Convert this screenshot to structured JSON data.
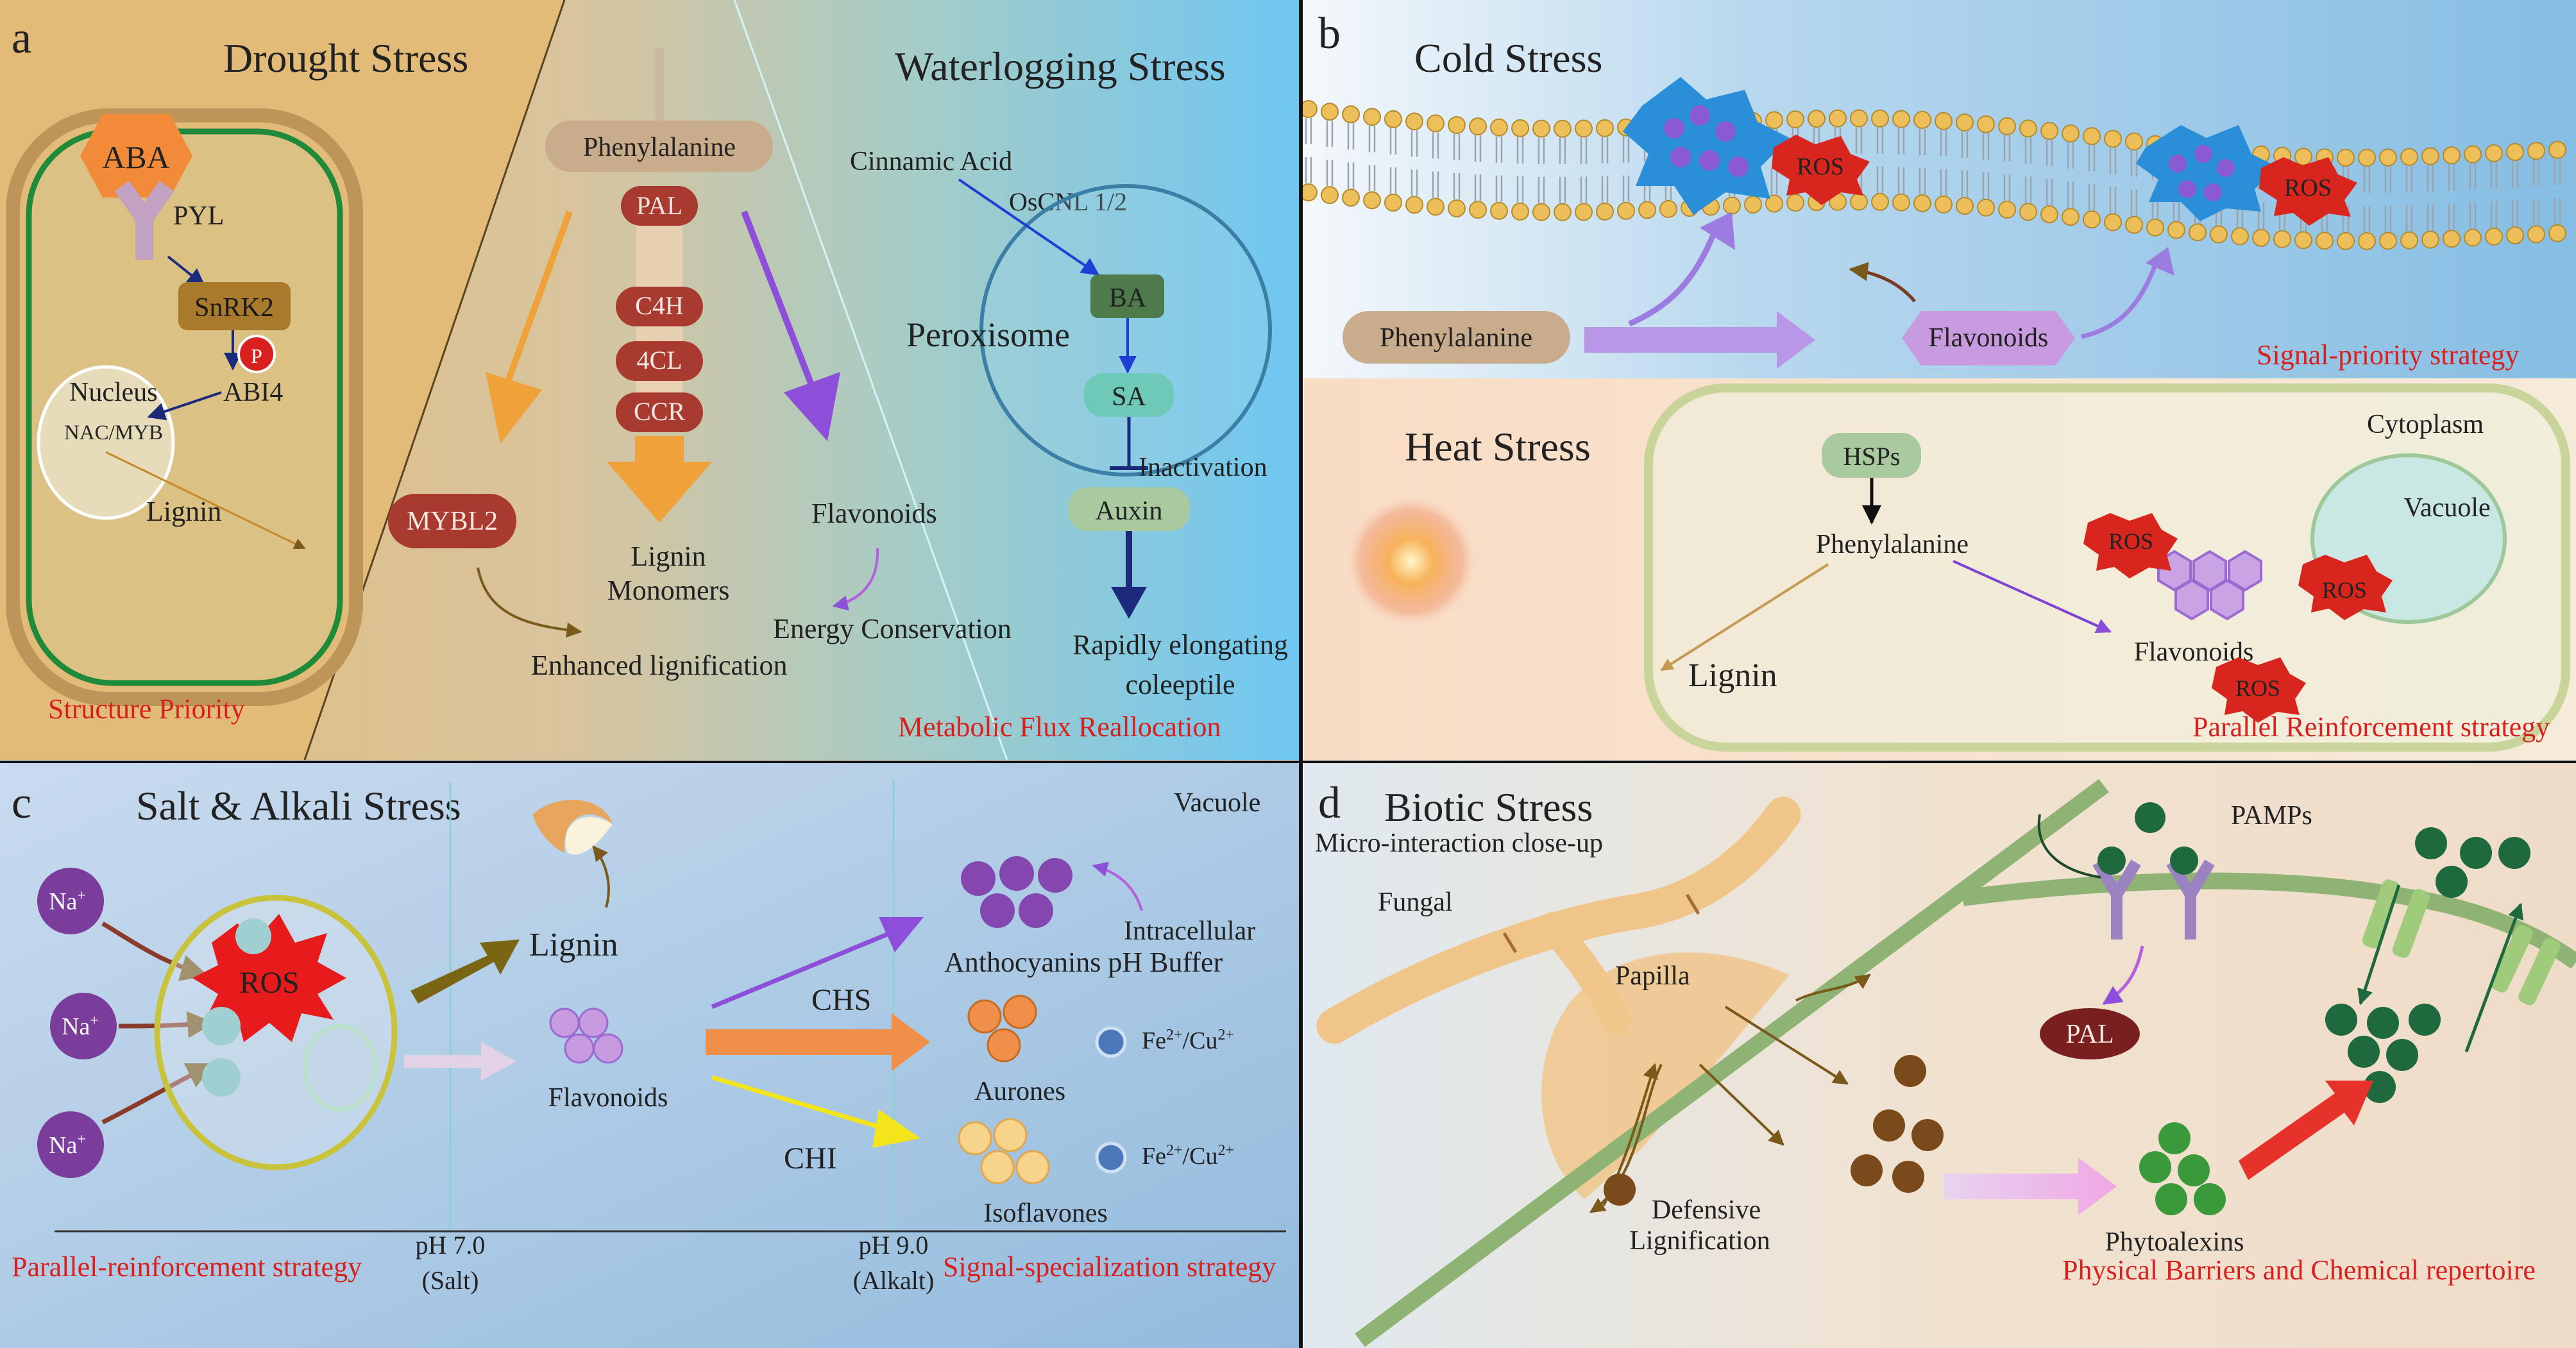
{
  "panels": {
    "a": {
      "letter": "a",
      "drought": {
        "title": "Drought Stress",
        "aba": "ABA",
        "pyl": "PYL",
        "snrk2": "SnRK2",
        "p": "P",
        "abi4": "ABI4",
        "nucleus": "Nucleus",
        "nac_myb": "NAC/MYB",
        "lignin": "Lignin",
        "strategy": "Structure Priority"
      },
      "middle": {
        "phenylalanine": "Phenylalanine",
        "pal": "PAL",
        "c4h": "C4H",
        "fourcl": "4CL",
        "ccr": "CCR",
        "lignin_1": "Lignin",
        "lignin_2": "Monomers",
        "mybl2": "MYBL2",
        "flavonoids": "Flavonoids",
        "energy": "Energy Conservation",
        "enhanced": "Enhanced lignification"
      },
      "waterlogging": {
        "title": "Waterlogging Stress",
        "cinnamic": "Cinnamic Acid",
        "oscnl": "OsCNL 1/2",
        "peroxisome": "Peroxisome",
        "ba": "BA",
        "sa": "SA",
        "inactivation": "Inactivation",
        "auxin": "Auxin",
        "rapid_1": "Rapidly elongating",
        "rapid_2": "coleeptile",
        "strategy": "Metabolic Flux Reallocation"
      }
    },
    "b": {
      "letter": "b",
      "cold": {
        "title": "Cold Stress",
        "ros_1": "ROS",
        "ros_2": "ROS",
        "phenylalanine": "Phenylalanine",
        "flavonoids": "Flavonoids",
        "strategy": "Signal-priority strategy"
      },
      "heat": {
        "title": "Heat Stress",
        "cytoplasm": "Cytoplasm",
        "vacuole": "Vacuole",
        "hsps": "HSPs",
        "phenylalanine": "Phenylalanine",
        "lignin": "Lignin",
        "flavonoids": "Flavonoids",
        "ros": "ROS",
        "strategy": "Parallel Reinforcement strategy"
      }
    },
    "c": {
      "letter": "c",
      "title": "Salt & Alkali  Stress",
      "vacuole": "Vacuole",
      "na": "Na",
      "na_sup": "+",
      "ros": "ROS",
      "lignin": "Lignin",
      "flavonoids": "Flavonoids",
      "chs": "CHS",
      "chi": "CHI",
      "anthocyanins": "Anthocyanins pH Buffer",
      "intracellular": "Intracellular",
      "aurones": "Aurones",
      "isoflavones": "Isoflavones",
      "fe": "Fe",
      "fe_sup": "2+",
      "cu": "/Cu",
      "cu_sup": "2+",
      "ph7": "pH 7.0",
      "salt": "(Salt)",
      "ph9": "pH 9.0",
      "alkali": "(Alkalt)",
      "strategy_left": "Parallel-reinforcement strategy",
      "strategy_right": "Signal-specialization strategy"
    },
    "d": {
      "letter": "d",
      "title": "Biotic Stress",
      "subtitle": "Micro-interaction close-up",
      "fungal": "Fungal",
      "papilla": "Papilla",
      "pamps": "PAMPs",
      "pal": "PAL",
      "defensive_1": "Defensive",
      "defensive_2": "Lignification",
      "phytoalexins": "Phytoalexins",
      "strategy": "Physical Barriers and Chemical repertoire"
    }
  },
  "colors": {
    "strategy_red": "#d8201e",
    "drought_bg": "#e0bb78",
    "water_bg": "#6ec6f0",
    "cold_bg": "#9cc9e6",
    "heat_bg": "#f8e1cf",
    "salt_bg": "#a9c8e2",
    "biotic_bg": "#efdfcd",
    "chip_brown": "#c9ac8c",
    "chip_red": "#a93a30",
    "chip_green": "#8ec5a8",
    "purple": "#8f58c7",
    "orange": "#f0a23a"
  }
}
